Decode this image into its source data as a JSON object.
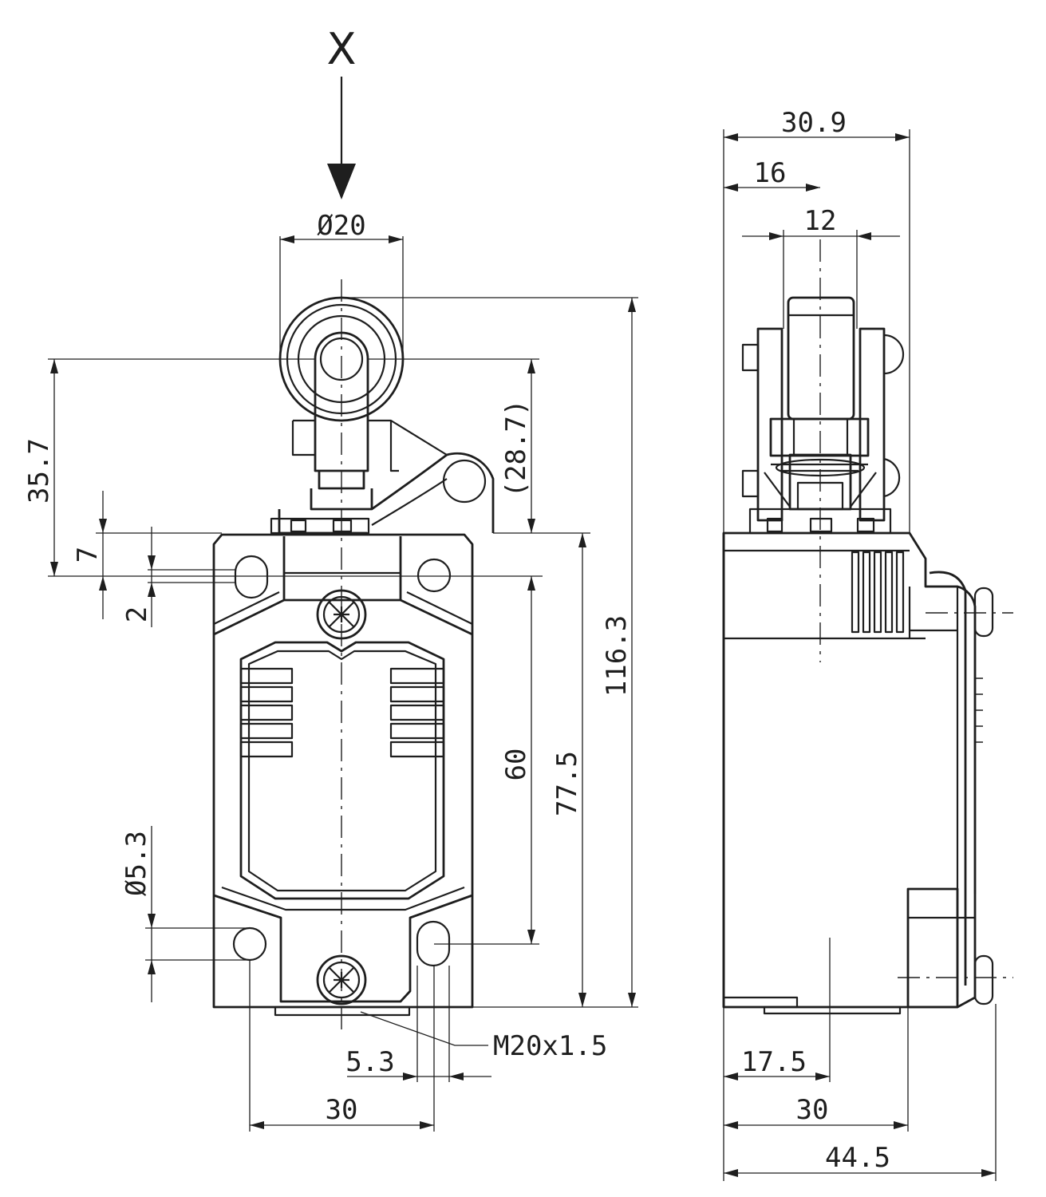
{
  "view_label": "X",
  "front_view": {
    "roller_diameter": "Ø20",
    "lever_offset": "35.7",
    "pivot_height": "(28.7)",
    "mounting_offset": "7",
    "mounting_step": "2",
    "overall_height": "116.3",
    "body_height": "77.5",
    "hole_spacing_vertical": "60",
    "hole_diameter": "Ø5.3",
    "slot_width": "5.3",
    "hole_spacing_horizontal": "30",
    "cable_entry": "M20x1.5"
  },
  "side_view": {
    "total_width_top": "30.9",
    "roller_offset": "16",
    "roller_width": "12",
    "conduit_offset": "17.5",
    "body_depth": "30",
    "overall_depth": "44.5"
  }
}
